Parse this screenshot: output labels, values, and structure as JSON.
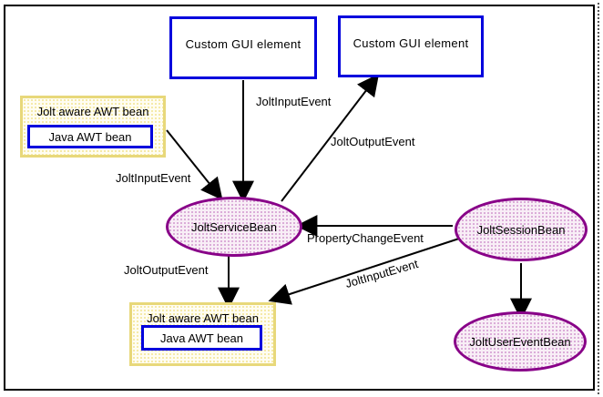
{
  "diagram": {
    "nodes": {
      "custom_gui_top": "Custom GUI element",
      "custom_gui_right": "Custom GUI element",
      "jolt_aware_top": {
        "title": "Jolt aware AWT bean",
        "inner": "Java AWT bean"
      },
      "jolt_aware_bottom": {
        "title": "Jolt aware AWT bean",
        "inner": "Java AWT bean"
      },
      "service_bean": "JoltServiceBean",
      "session_bean": "JoltSessionBean",
      "user_event_bean": "JoltUserEventBean"
    },
    "edges": {
      "gui_top_to_service": "JoltInputEvent",
      "awt_top_to_service": "JoltInputEvent",
      "service_to_gui_right": "JoltOutputEvent",
      "service_to_awt_bottom": "JoltOutputEvent",
      "session_to_service": "PropertyChangeEvent",
      "session_to_awt_bottom": "JoltInputEvent"
    },
    "colors": {
      "blue_border": "#0000dd",
      "awt_border": "#e8d87a",
      "awt_dot": "#f2e391",
      "awt_bg": "#fffdf2",
      "bean_border": "#880088",
      "bean_dot": "#c67fc4",
      "bean_bg": "#f8eef6",
      "arrow_color": "#000000",
      "frame_color": "#000000"
    }
  }
}
